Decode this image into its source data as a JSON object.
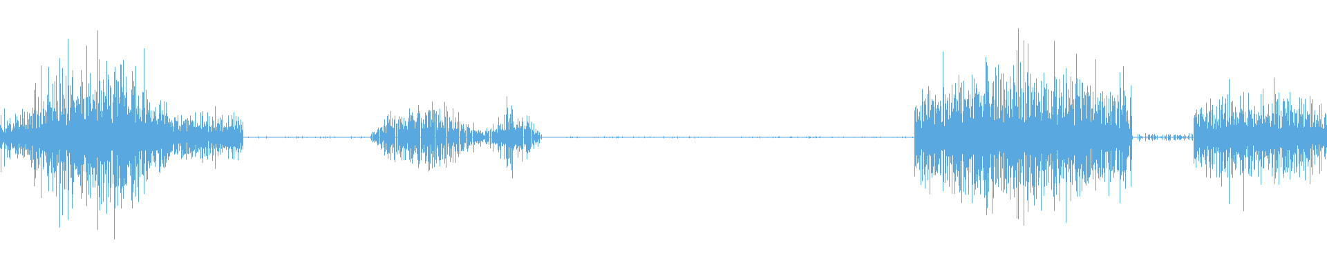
{
  "waveform": {
    "color": "#5aa8e0",
    "baseline_color": "#5aa8e0",
    "background": "#ffffff",
    "segments": [
      {
        "start": 0.0,
        "end": 0.183,
        "amplitude": 0.78,
        "density": 1.0,
        "profile": "peak-early"
      },
      {
        "start": 0.183,
        "end": 0.279,
        "amplitude": 0.015,
        "density": 0.15,
        "profile": "flat"
      },
      {
        "start": 0.279,
        "end": 0.364,
        "amplitude": 0.34,
        "density": 0.95,
        "profile": "bell"
      },
      {
        "start": 0.364,
        "end": 0.408,
        "amplitude": 0.3,
        "density": 0.95,
        "profile": "bell"
      },
      {
        "start": 0.408,
        "end": 0.689,
        "amplitude": 0.012,
        "density": 0.15,
        "profile": "flat"
      },
      {
        "start": 0.689,
        "end": 0.853,
        "amplitude": 0.68,
        "density": 1.0,
        "profile": "plateau"
      },
      {
        "start": 0.853,
        "end": 0.899,
        "amplitude": 0.04,
        "density": 0.5,
        "profile": "flat"
      },
      {
        "start": 0.899,
        "end": 1.0,
        "amplitude": 0.47,
        "density": 1.0,
        "profile": "plateau"
      }
    ]
  }
}
